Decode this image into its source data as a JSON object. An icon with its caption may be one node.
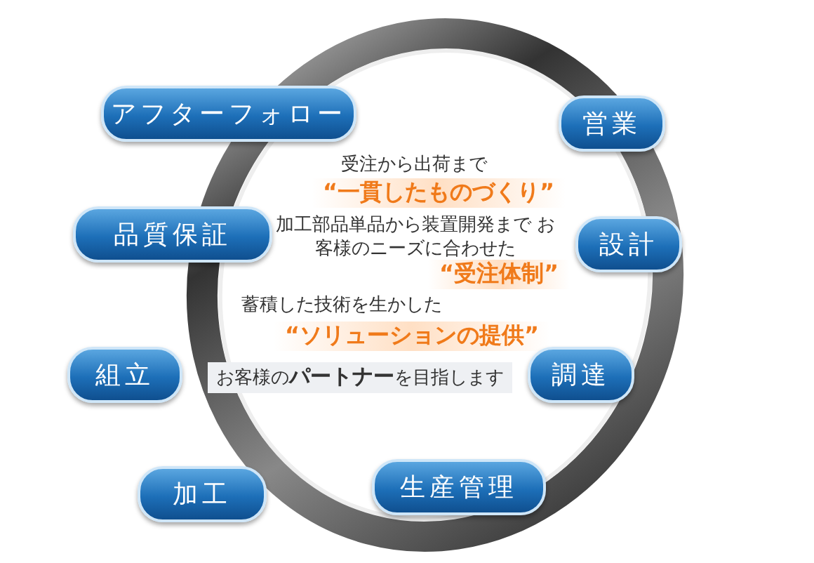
{
  "diagram": {
    "nodes": [
      {
        "text": [
          "アフターフォロー"
        ]
      },
      {
        "text": [
          "営業"
        ]
      },
      {
        "text": [
          "品質保証"
        ]
      },
      {
        "text": [
          "設計"
        ]
      },
      {
        "text": [
          "組立"
        ]
      },
      {
        "text": [
          "調達"
        ]
      },
      {
        "text": [
          "加工"
        ]
      },
      {
        "text": [
          "生産管理"
        ]
      }
    ],
    "labels": [
      "受注から出荷まで",
      "“一貫したものづくり”",
      "加工部品単品から装置開発まで お客様のニーズに合わせた",
      "“受注体制”",
      "蓄積した技術を生かした",
      "“ソリューションの提供”",
      "お客様の**パートナー**を目指します"
    ]
  }
}
